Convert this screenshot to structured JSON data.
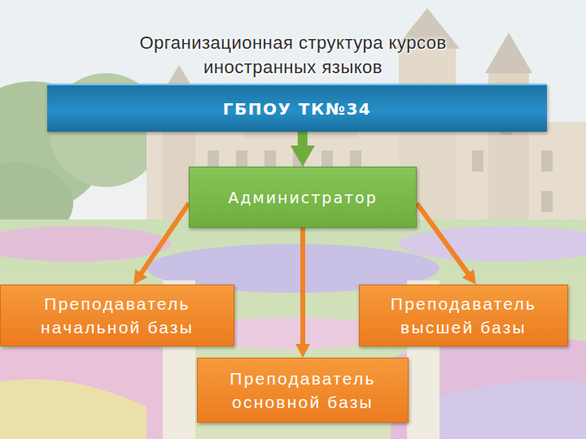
{
  "diagram": {
    "title": "Организационная структура курсов иностранных языков",
    "nodes": [
      {
        "text": [
          "ГБПОУ ТК№34"
        ]
      },
      {
        "text": [
          "Администратор"
        ]
      },
      {
        "text": [
          "Преподаватель начальной базы"
        ]
      },
      {
        "text": [
          "Преподаватель высшей базы"
        ]
      },
      {
        "text": [
          "Преподаватель основной базы"
        ]
      }
    ],
    "edges": [
      {
        "from": 0,
        "to": 1,
        "arrow": "to"
      },
      {
        "from": 1,
        "to": 2,
        "arrow": "to"
      },
      {
        "from": 1,
        "to": 3,
        "arrow": "to"
      },
      {
        "from": 1,
        "to": 4,
        "arrow": "to"
      }
    ]
  }
}
